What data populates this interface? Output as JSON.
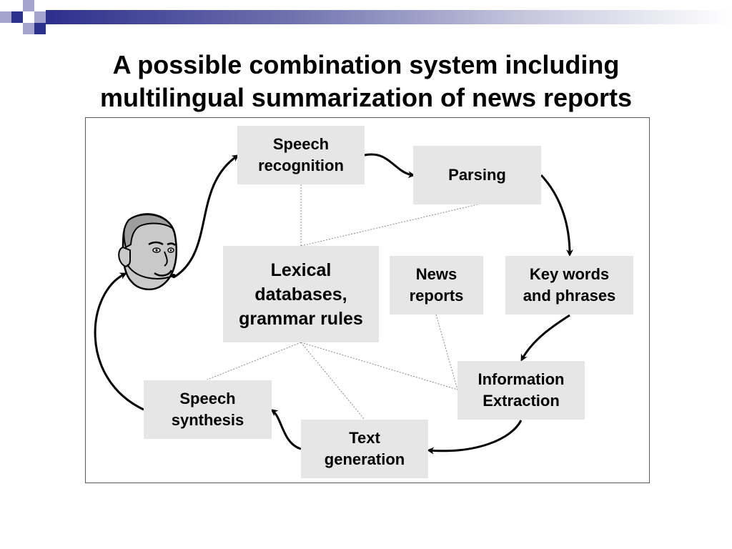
{
  "slide": {
    "title": "A possible combination system including\nmultilingual summarization of news reports"
  },
  "diagram": {
    "nodes": {
      "speech_recognition": "Speech\nrecognition",
      "parsing": "Parsing",
      "key_words": "Key words\nand phrases",
      "information_extraction": "Information\nExtraction",
      "text_generation": "Text\ngeneration",
      "speech_synthesis": "Speech\nsynthesis",
      "lexical_databases": "Lexical\ndatabases,\ngrammar rules",
      "news_reports": "News\nreports"
    },
    "user_icon": "person-with-headset-icon"
  },
  "colors": {
    "box_fill": "#e6e6e6",
    "accent_navy": "#2d2f8c",
    "accent_lavender": "#a3a5cf",
    "frame_border": "#5a5a5a",
    "arrow": "#000000"
  }
}
